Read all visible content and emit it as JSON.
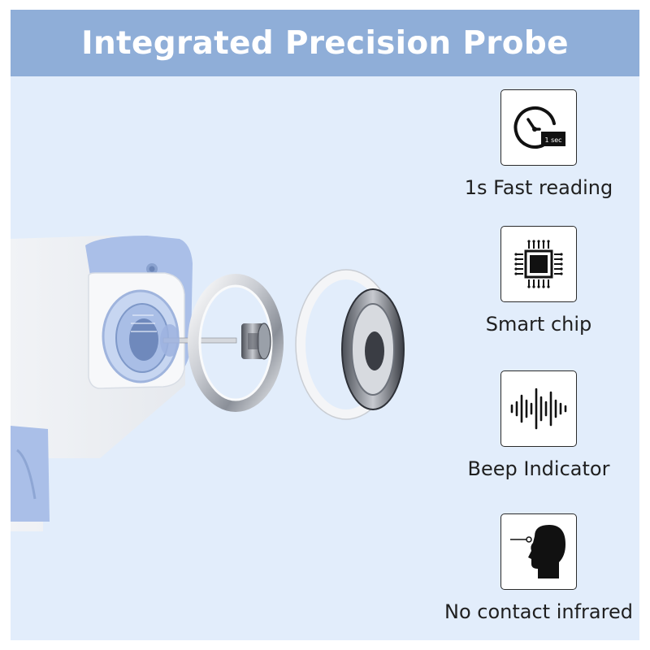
{
  "banner": {
    "title": "Integrated Precision Probe"
  },
  "colors": {
    "banner": "#8faed8",
    "background": "#e2edfb",
    "accent": "#aabfe8"
  },
  "features": [
    {
      "label": "1s Fast reading",
      "icon": "stopwatch-icon",
      "badge": "1 sec"
    },
    {
      "label": "Smart chip",
      "icon": "chip-icon"
    },
    {
      "label": "Beep Indicator",
      "icon": "sound-wave-icon"
    },
    {
      "label": "No contact infrared",
      "icon": "head-profile-icon"
    }
  ]
}
